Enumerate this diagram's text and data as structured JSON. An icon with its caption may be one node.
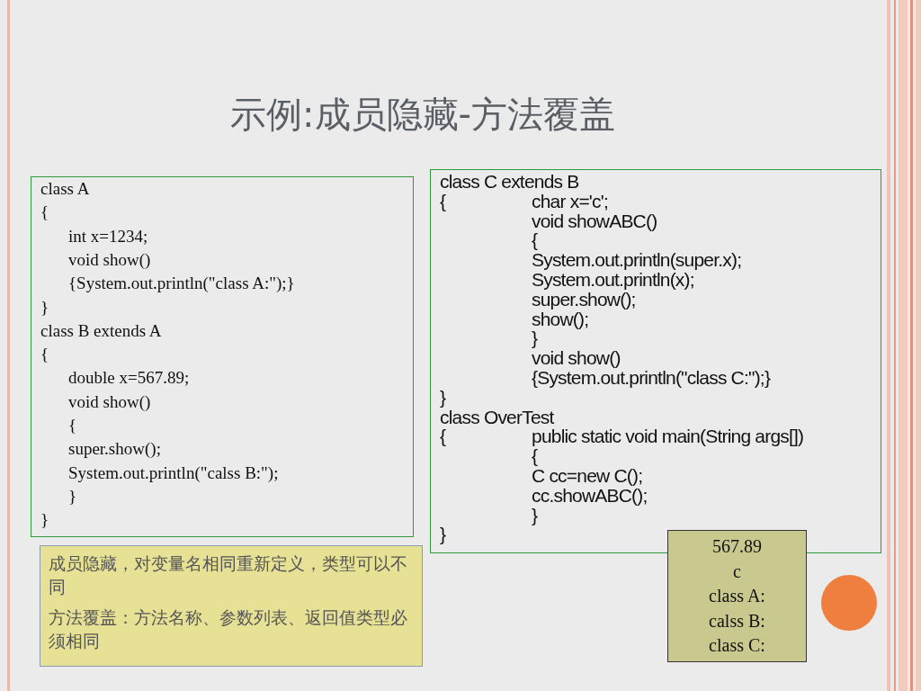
{
  "diagram": {
    "title": "示例:成员隐藏-方法覆盖",
    "nodes": [
      {
        "text": [
          "class A",
          "{",
          "int x=1234;",
          "void show()",
          "{System.out.println(\"class A:\");}",
          "}",
          "class B extends A",
          "{",
          "double x=567.89;",
          "void show()",
          "{",
          "super.show();",
          "System.out.println(\"calss B:\");",
          "}",
          "}"
        ]
      },
      {
        "text": [
          "class C extends B",
          "{",
          "char x='c';",
          "void showABC()",
          "{",
          "System.out.println(super.x);",
          "System.out.println(x);",
          "super.show();",
          "show();",
          "}",
          "void show()",
          "{System.out.println(\"class C:\");}",
          "}",
          "class OverTest",
          "{",
          "public static void main(String args[])",
          "{",
          "C cc=new C();",
          "cc.showABC();",
          "}",
          "}"
        ]
      },
      {
        "text": [
          "成员隐藏，对变量名相同重新定义，类型可以不同",
          "方法覆盖：方法名称、参数列表、返回值类型必须相同"
        ]
      },
      {
        "text": [
          "567.89",
          "c",
          "class A:",
          "calss B:",
          "class C:"
        ]
      }
    ],
    "edges": []
  }
}
